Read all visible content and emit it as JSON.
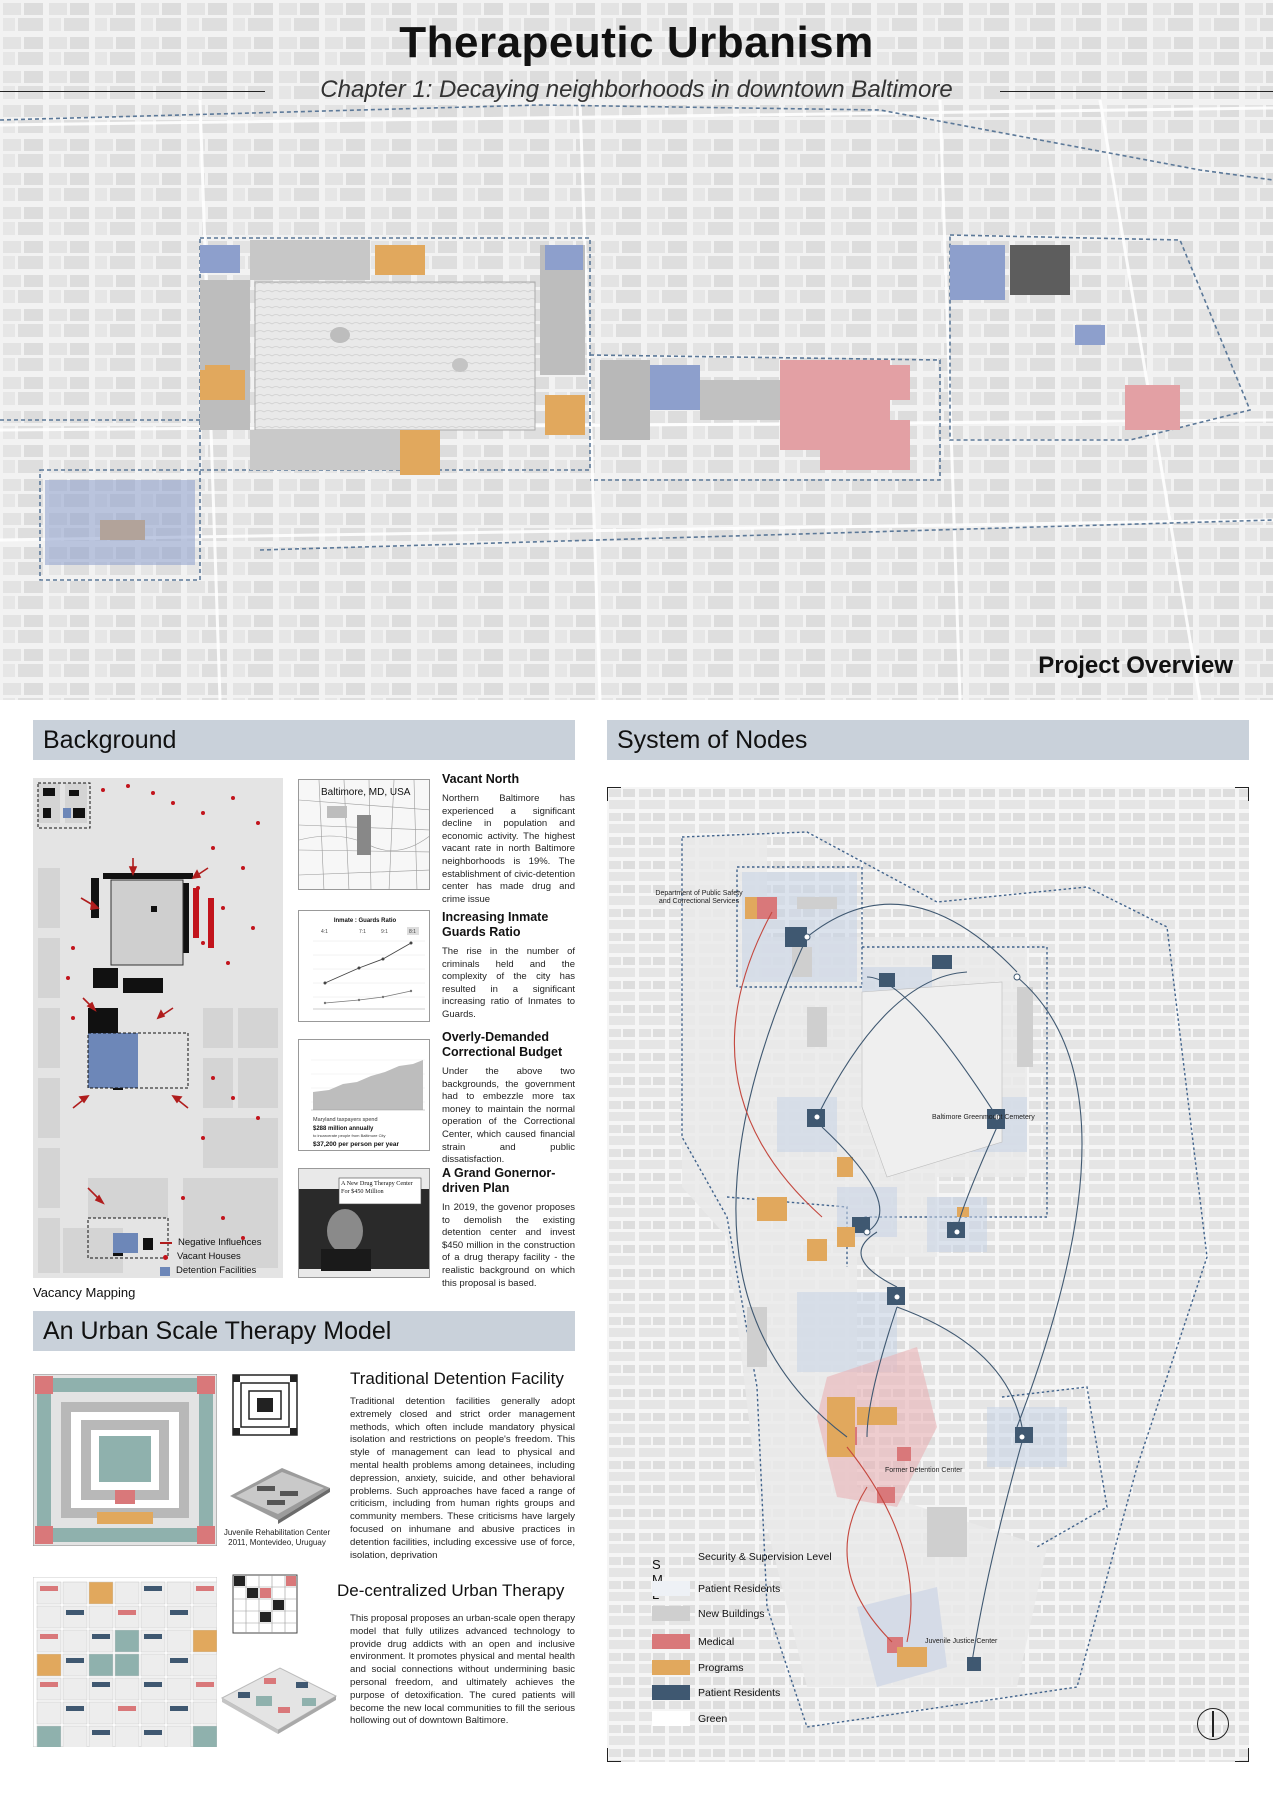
{
  "header": {
    "title": "Therapeutic Urbanism",
    "subtitle": "Chapter 1: Decaying neighborhoods in downtown Baltimore",
    "overview_label": "Project Overview"
  },
  "background": {
    "heading": "Background",
    "map_caption": "Vacancy Mapping",
    "legend": [
      {
        "label": "Negative Influences",
        "icon": "arrow-icon",
        "color": "#b01d1d"
      },
      {
        "label": "Vacant Houses",
        "icon": "dot-icon",
        "color": "#c2141c"
      },
      {
        "label": "Detention Facilities",
        "icon": "square-icon",
        "color": "#6d87b8"
      }
    ],
    "thumb_map_label": "Baltimore, MD, USA",
    "thumb_chart_title": "Inmate : Guards Ratio",
    "thumb_chart_ratios": [
      "4:1",
      "7:1",
      "9:1",
      "8:1"
    ],
    "thumb_budget_lines": [
      "Maryland taxpayers spend",
      "$288 million annually",
      "to incarcerate people from Baltimore City",
      "$37,200 per person per year"
    ],
    "thumb_news_headline": "A New Drug Therapy Center For $450 Million",
    "items": [
      {
        "title": "Vacant North",
        "body": "Northern Baltimore has experienced a significant decline in population and economic activity. The highest vacant rate in north Baltimore neighborhoods is 19%. The establishment of civic-detention center has made drug and crime issue"
      },
      {
        "title": "Increasing Inmate Guards Ratio",
        "body": "The rise in the number of criminals held and the complexity of the city has resulted in a significant increasing ratio of Inmates to Guards."
      },
      {
        "title": "Overly-Demanded Correctional Budget",
        "body": "Under the above two backgrounds, the government had to embezzle more tax money to maintain the normal operation of the Correctional Center, which caused financial strain and public dissatisfaction."
      },
      {
        "title": "A Grand Gonernor-driven Plan",
        "body": "In 2019, the govenor proposes to demolish the existing detention center and invest $450 million in the construction of a drug therapy facility - the realistic background on which this proposal is based."
      }
    ]
  },
  "therapy_model": {
    "heading": "An Urban Scale Therapy Model",
    "traditional": {
      "title": "Traditional Detention Facility",
      "body": "Traditional detention facilities generally adopt extremely closed and strict order management methods, which often include mandatory physical isolation and restrictions on people's freedom. This style of management can lead to physical and mental health problems among detainees, including depression, anxiety, suicide, and other behavioral problems. Such approaches have faced a range of criticism, including from human rights groups and community members. These criticisms have largely focused on inhumane and abusive practices in detention facilities, including excessive use of force, isolation, deprivation",
      "photo_caption_1": "Juvenile Rehabilitation Center",
      "photo_caption_2": "2011, Montevideo, Uruguay"
    },
    "decentralized": {
      "title": "De-centralized Urban Therapy",
      "body": "This proposal proposes an urban-scale open therapy model that fully utilizes advanced technology to provide drug addicts with an open and inclusive environment. It promotes physical and mental health and social connections without undermining basic personal freedom, and ultimately achieves the purpose of detoxification. The cured patients will become the new local communities to fill the serious hollowing out of downtown Baltimore."
    }
  },
  "nodes": {
    "heading": "System of Nodes",
    "labels": {
      "dpscs": "Department of Public Safety and Correctional Services",
      "cemetery": "Baltimore Greenmount Cemetery",
      "former": "Former Detention Center",
      "juvenile": "Juvenile Justice Center"
    },
    "legend_sml": "S M L",
    "legend": [
      {
        "label": "Security & Supervision Level",
        "color": ""
      },
      {
        "label": "Patient Residents",
        "color": "#eef1f6"
      },
      {
        "label": "New Buildings",
        "color": "#cfcfcf"
      },
      {
        "label": "Medical",
        "color": "#d9787a"
      },
      {
        "label": "Programs",
        "color": "#e1a85d"
      },
      {
        "label": "Patient Residents",
        "color": "#3f5871"
      },
      {
        "label": "Green",
        "color": "#ffffff"
      }
    ]
  },
  "colors": {
    "section_header_bg": "#c9d1da",
    "medical": "#d9787a",
    "programs": "#e1a85d",
    "residents_dark": "#3f5871",
    "detention_blue": "#6d87b8",
    "vacant_red": "#c2141c"
  }
}
